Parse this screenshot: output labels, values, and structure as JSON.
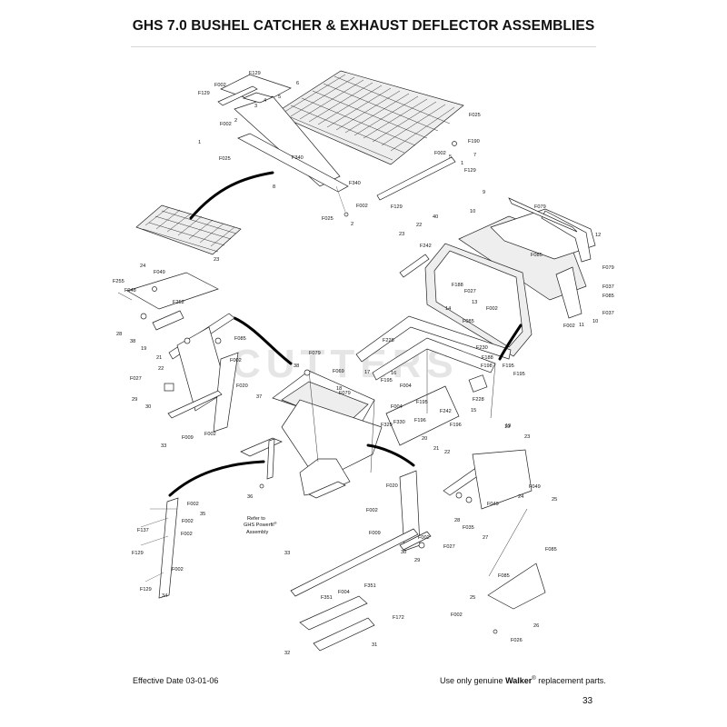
{
  "title": "GHS 7.0 BUSHEL CATCHER & EXHAUST DEFLECTOR ASSEMBLIES",
  "watermark": "CUTTERS",
  "footer": {
    "effective_date": "Effective Date 03-01-06",
    "replacement_prefix": "Use only genuine",
    "brand": "Walker",
    "registered": "®",
    "replacement_suffix": "replacement parts.",
    "page_number": "33"
  },
  "refer_note": {
    "line1": "Refer to",
    "line2": "GHS Powerfil",
    "line3": "Assembly",
    "registered": "®"
  },
  "callouts": {
    "screen_group": [
      "F129",
      "F002",
      "F129",
      "6",
      "5",
      "4",
      "3",
      "2",
      "F002",
      "1",
      "F025",
      "F340",
      "8",
      "F340",
      "F025",
      "F002",
      "2",
      "F129",
      "F025",
      "F190",
      "F002",
      "5",
      "7",
      "1",
      "F129"
    ],
    "deflector_group": [
      "9",
      "F079",
      "10",
      "12",
      "F085",
      "F079",
      "F037",
      "F085",
      "F037",
      "10",
      "11",
      "F002",
      "40",
      "22",
      "23",
      "F242",
      "F188",
      "F027",
      "14",
      "13",
      "F002",
      "F085",
      "F228",
      "F230",
      "F188",
      "F198",
      "F195",
      "F195",
      "38",
      "F079",
      "F069",
      "F195",
      "17",
      "18",
      "16",
      "F004",
      "F079",
      "F004",
      "F195",
      "F228",
      "F242",
      "15",
      "F196",
      "F329",
      "F330",
      "F196",
      "19"
    ],
    "left_frame_group": [
      "24",
      "F049",
      "F255",
      "F048",
      "23",
      "F252",
      "28",
      "38",
      "19",
      "21",
      "22",
      "F085",
      "F027",
      "29",
      "30",
      "F002",
      "F020",
      "37",
      "F009",
      "F002",
      "33"
    ],
    "right_frame_group": [
      "20",
      "21",
      "22",
      "19",
      "23",
      "F020",
      "F049",
      "24",
      "F002",
      "F049",
      "25",
      "28",
      "F035",
      "F009",
      "27",
      "F002",
      "30",
      "29",
      "F027",
      "F085",
      "33",
      "F351",
      "F351",
      "F004",
      "F085",
      "25",
      "F172",
      "F002",
      "26",
      "32",
      "31",
      "F026"
    ],
    "post_group": [
      "F002",
      "35",
      "F137",
      "F002",
      "F002",
      "F129",
      "F002",
      "F129",
      "34",
      "36"
    ]
  },
  "colors": {
    "ink": "#111111",
    "watermark": "#cfcfcf",
    "rule": "#d6d6d6"
  }
}
